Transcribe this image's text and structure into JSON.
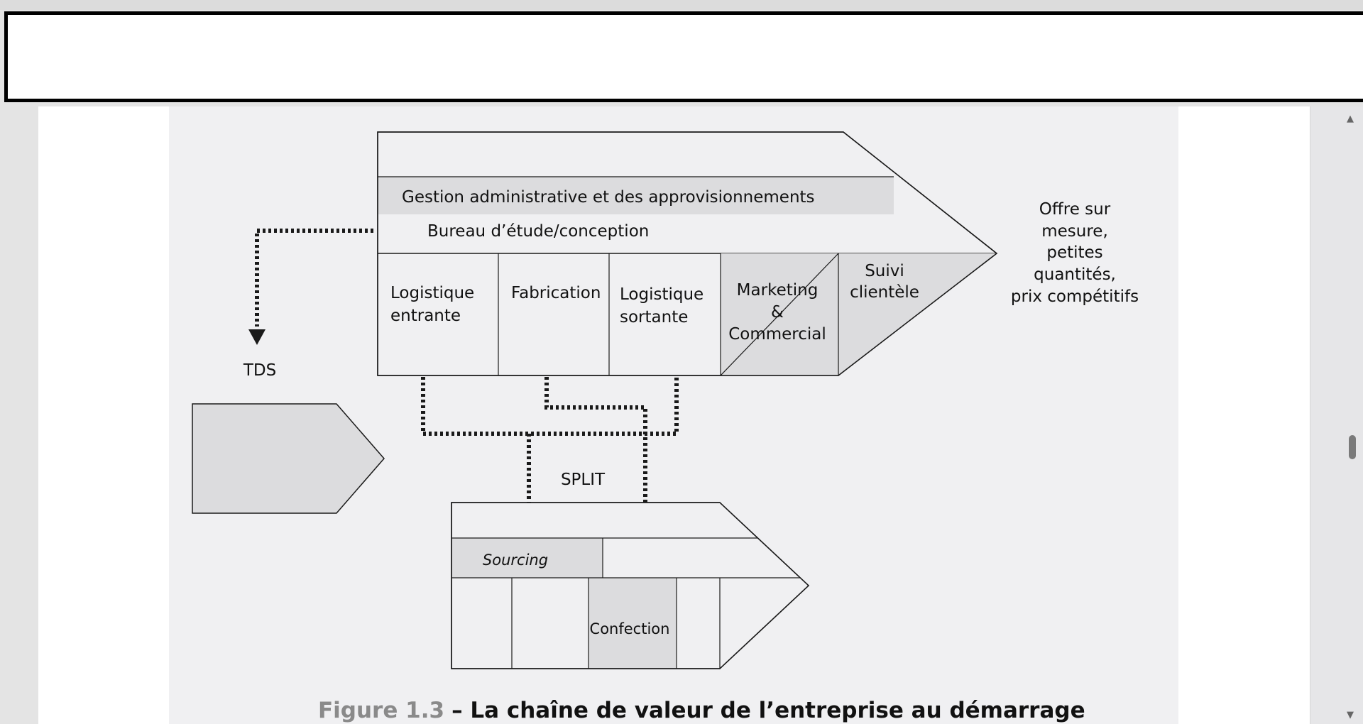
{
  "diagram": {
    "main_chain": {
      "support_activities": [
        "Gestion administrative et des approvisionnements",
        "Bureau d’étude/conception"
      ],
      "primary_activities": [
        [
          "Logistique",
          "entrante"
        ],
        [
          "Fabrication"
        ],
        [
          "Logistique",
          "sortante"
        ],
        [
          "Marketing",
          "&",
          "Commercial"
        ],
        [
          "Suivi",
          "clientèle"
        ]
      ]
    },
    "offer_text": [
      "Offre sur",
      "mesure,",
      "petites",
      "quantités,",
      "prix compétitifs"
    ],
    "tds_label": "TDS",
    "split_label": "SPLIT",
    "sub_chain": {
      "sourcing_label": "Sourcing",
      "confection_label": "Confection"
    }
  },
  "caption": {
    "figure_number": "Figure  1.3",
    "title": "– La chaîne de valeur de l’entreprise au démarrage"
  },
  "colors": {
    "figure_background": "#f0f0f2",
    "shaded_cell": "#dcdcde",
    "line": "#1a1a1a"
  }
}
